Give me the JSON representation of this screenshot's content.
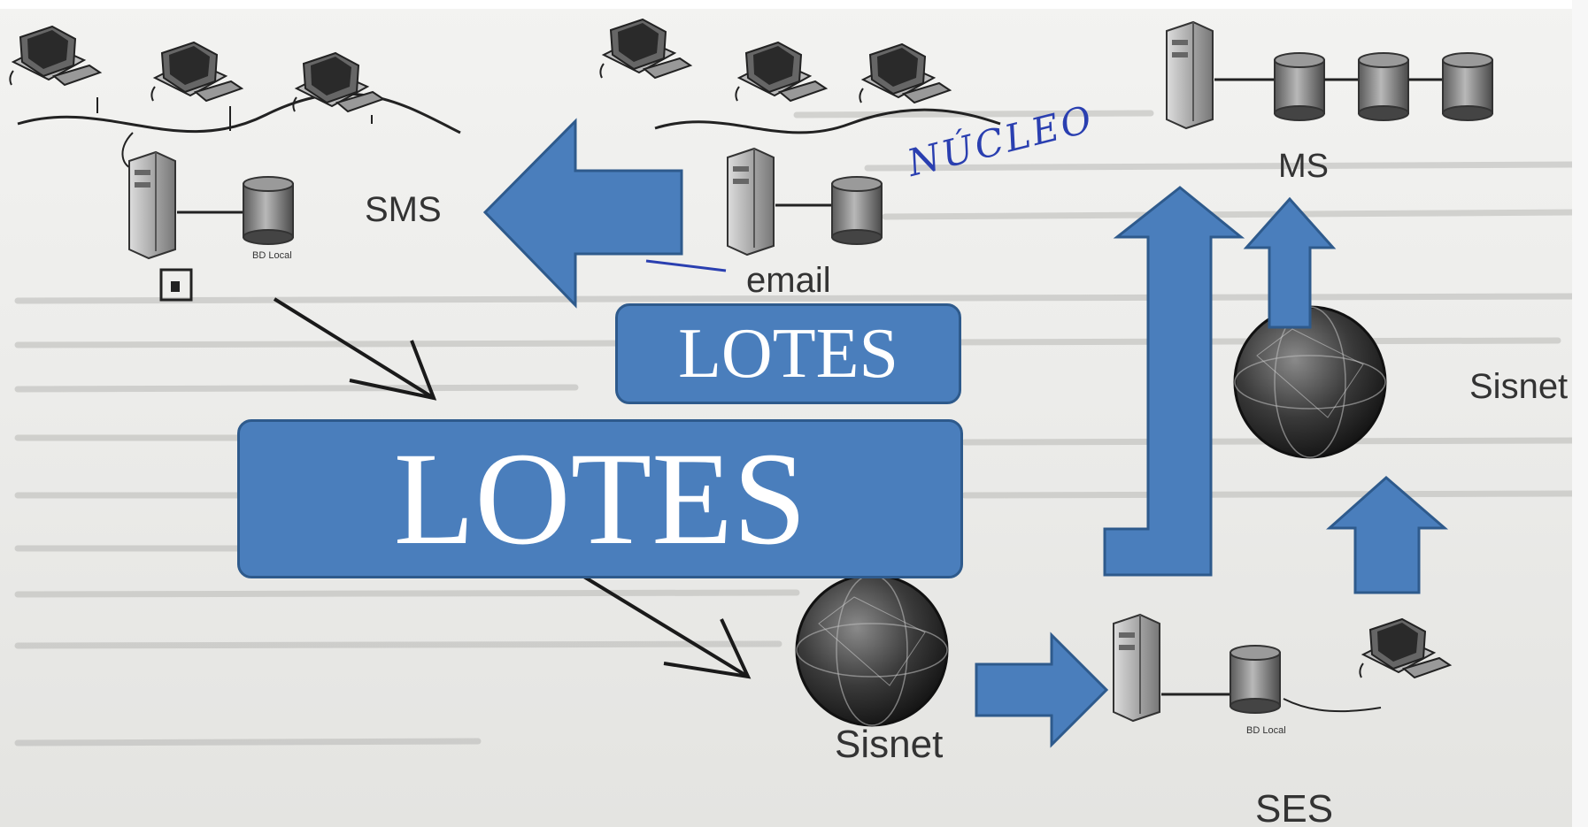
{
  "labels": {
    "sms": "SMS",
    "email": "email",
    "ms": "MS",
    "sisnet_right": "Sisnet",
    "sisnet_bottom": "Sisnet",
    "ses": "SES",
    "bd_local_1": "BD Local",
    "bd_local_2": "BD Local",
    "nucleo": "NÚCLEO"
  },
  "boxes": {
    "lotes_small": "LOTES",
    "lotes_big": "LOTES"
  },
  "colors": {
    "arrow_fill": "#4a7ebc",
    "arrow_stroke": "#2e5a8c",
    "handwriting": "#2a3fb0"
  },
  "icons": [
    "computer-icon",
    "server-icon",
    "database-icon",
    "globe-icon",
    "floppy-icon"
  ]
}
